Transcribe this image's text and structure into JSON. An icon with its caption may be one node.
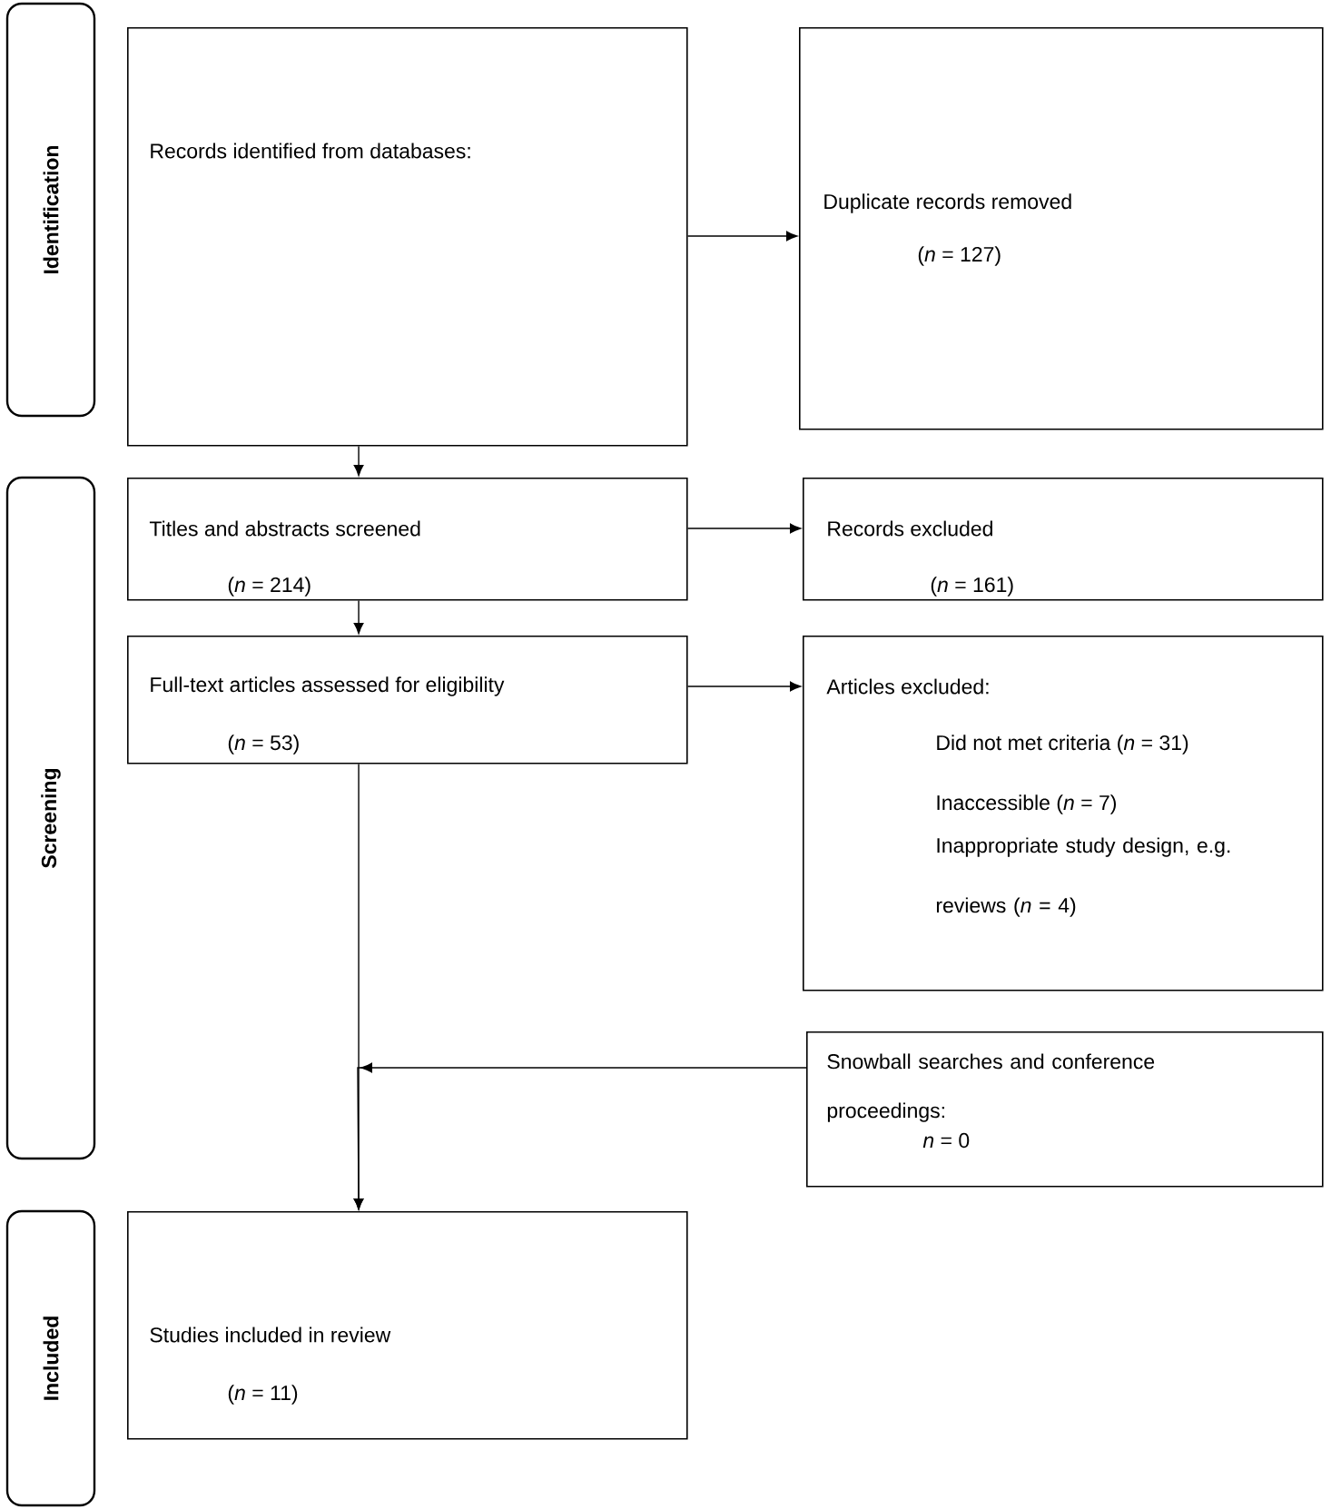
{
  "diagram": {
    "nodes": [
      {
        "text": [
          "Identification"
        ]
      },
      {
        "text": [
          "Records identified from databases:"
        ]
      },
      {
        "text": [
          "Duplicate records removed",
          "(*n* = 127)"
        ]
      },
      {
        "text": [
          "Screening"
        ]
      },
      {
        "text": [
          "Titles and abstracts screened",
          "(*n* = 214)"
        ]
      },
      {
        "text": [
          "Records excluded",
          "(*n* = 161)"
        ]
      },
      {
        "text": [
          "Full-text articles assessed for eligibility",
          "(*n* = 53)"
        ]
      },
      {
        "text": [
          "Articles excluded:",
          "Did not met criteria (*n* = 31)",
          "Inaccessible (*n* = 7)",
          "Inappropriate study design, e.g. reviews (*n* = 4)"
        ]
      },
      {
        "text": [
          "Snowball searches and conference proceedings:",
          "*n* = 0"
        ]
      },
      {
        "text": [
          "Included"
        ]
      },
      {
        "text": [
          "Studies included in review",
          "(*n* = 11)"
        ]
      }
    ],
    "edges": [
      {
        "from": 1,
        "to": 2,
        "arrow": "to"
      },
      {
        "from": 1,
        "to": 4,
        "arrow": "to"
      },
      {
        "from": 4,
        "to": 5,
        "arrow": "to"
      },
      {
        "from": 4,
        "to": 6,
        "arrow": "to"
      },
      {
        "from": 6,
        "to": 7,
        "arrow": "to"
      },
      {
        "from": 6,
        "to": 10,
        "arrow": "to"
      },
      {
        "from": 8,
        "to": 10,
        "arrow": "to"
      }
    ]
  }
}
